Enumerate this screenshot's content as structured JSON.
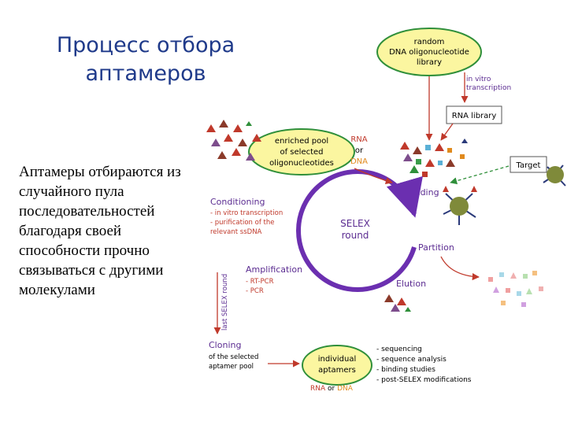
{
  "title": {
    "line1": "Процесс отбора",
    "line2": "аптамеров"
  },
  "description": "Аптамеры отбираются из случайного пула последовательностей благодаря своей способности прочно связываться с другими молекулами",
  "diagram": {
    "random_library": [
      "random",
      "DNA oligonucleotide",
      "library"
    ],
    "in_vitro_transcription": [
      "in vitro",
      "transcription"
    ],
    "rna_library": "RNA library",
    "target": "Target",
    "binding": "Binding",
    "partition": "Partition",
    "elution": "Elution",
    "selex_round": [
      "SELEX",
      "round"
    ],
    "enriched_pool": [
      "enriched pool",
      "of selected",
      "oligonucleotides"
    ],
    "rna_or_dna_top": [
      "RNA",
      "or",
      "DNA"
    ],
    "conditioning": {
      "title": "Conditioning",
      "items": [
        "- in vitro transcription",
        "- purification of the",
        "  relevant ssDNA"
      ]
    },
    "amplification": {
      "title": "Amplification",
      "items": [
        "- RT-PCR",
        "- PCR"
      ]
    },
    "last_selex_round": "last SELEX round",
    "cloning": {
      "title": "Cloning",
      "lines": [
        "of the selected",
        "aptamer pool"
      ]
    },
    "individual_aptamers": [
      "individual",
      "aptamers"
    ],
    "rna_or_dna_bottom": {
      "rna": "RNA",
      "or": "or",
      "dna": "DNA"
    },
    "post_analysis": [
      "- sequencing",
      "- sequence analysis",
      "- binding studies",
      "- post-SELEX modifications"
    ]
  },
  "colors": {
    "title": "#1f3a8a",
    "oval_fill": "#fbf6a0",
    "oval_stroke": "#2f8f3a",
    "circle": "#6b2fb0",
    "label_purple": "#5b2c91",
    "arrow_red": "#c0392b",
    "rna_red": "#c0392b",
    "dna_orange": "#e08a1e",
    "target_ball": "#7f8a3a"
  }
}
